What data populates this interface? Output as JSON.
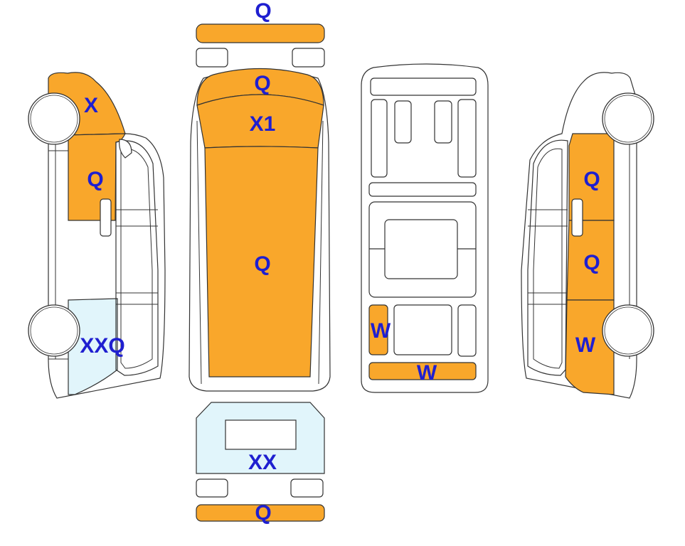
{
  "colors": {
    "orange": "#F9A72B",
    "light_blue": "#E1F5FB",
    "label": "#1F1FD0",
    "outline": "#333333"
  },
  "labels": {
    "front_bumper": "Q",
    "hood": "Q",
    "windshield": "X1",
    "roof": "Q",
    "rear_window": "XX",
    "rear_bumper": "Q",
    "floor_side": "W",
    "floor_rear": "W",
    "left_front_fender": "X",
    "left_front_door": "Q",
    "left_rear": "XXQ",
    "right_front_door": "Q",
    "right_middle": "Q",
    "right_rear": "W"
  }
}
